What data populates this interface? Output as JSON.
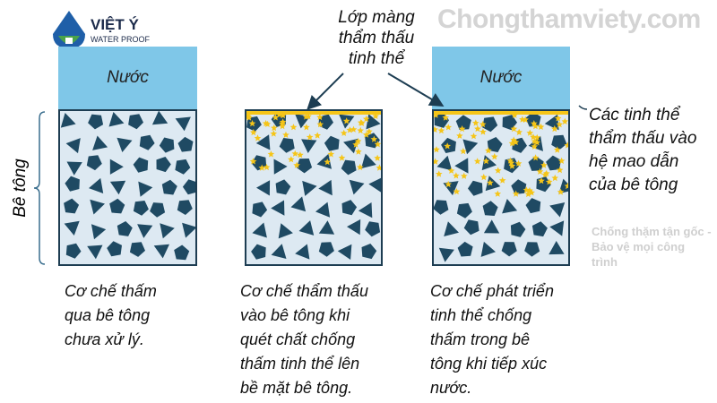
{
  "logo": {
    "brand": "VIỆT Ý",
    "tagline": "WATER PROOF"
  },
  "watermark": {
    "site": "Chongthamviety.com",
    "slogan": "Chống thặm tận gốc - Bảo vệ mọi công trình"
  },
  "labels": {
    "water": "Nước",
    "concrete": "Bê tông",
    "membrane": [
      "Lớp màng",
      "thẩm thấu",
      "tinh thể"
    ],
    "crystals": [
      "Các tinh thể",
      "thẩm thấu vào",
      "hệ mao dẫn",
      "của bê tông"
    ]
  },
  "captions": [
    [
      "Cơ chế thấm",
      "qua bê tông",
      "chưa xử lý."
    ],
    [
      "Cơ chế thẩm thấu",
      "vào bê tông khi",
      "quét chất chống",
      "thấm tinh thể lên",
      "bề mặt bê tông."
    ],
    [
      "Cơ chế phát triển",
      "tinh thể chống",
      "thấm trong bê",
      "tông khi tiếp xúc",
      "nước."
    ]
  ],
  "colors": {
    "water": "#7fc7e8",
    "aggregate": "#1f4a63",
    "crystal": "#f5c518",
    "concrete": "#dde9f2"
  }
}
